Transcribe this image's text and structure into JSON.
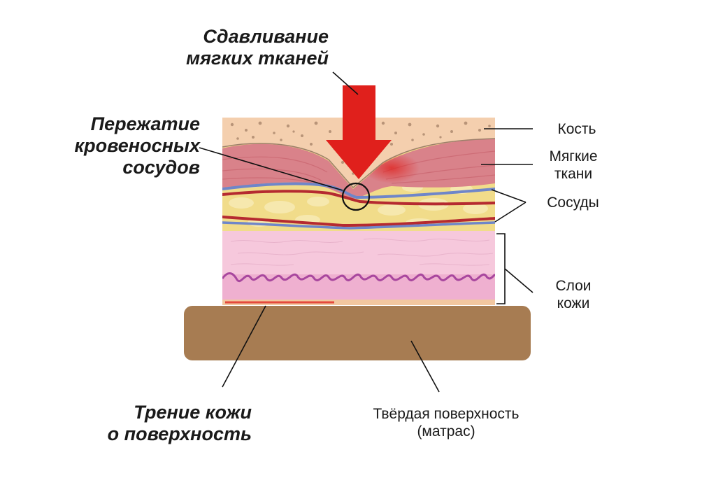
{
  "labels": {
    "compression": "Сдавливание\nмягких тканей",
    "vessel_pinch": "Пережатие\nкровеносных\nсосудов",
    "friction": "Трение кожи\nо поверхность",
    "bone": "Кость",
    "soft_tissue": "Мягкие\nткани",
    "vessels": "Сосуды",
    "skin_layers": "Слои\nкожи",
    "surface": "Твёрдая поверхность\n(матрас)"
  },
  "colors": {
    "arrow": "#e0201c",
    "bone": "#f4cfae",
    "muscle": "#d9828a",
    "fat": "#f1dc8a",
    "skin": "#f6c8dc",
    "dermis_edge": "#a8479e",
    "mattress": "#a77c52",
    "vein": "#6f86c9",
    "artery": "#b52a30"
  }
}
